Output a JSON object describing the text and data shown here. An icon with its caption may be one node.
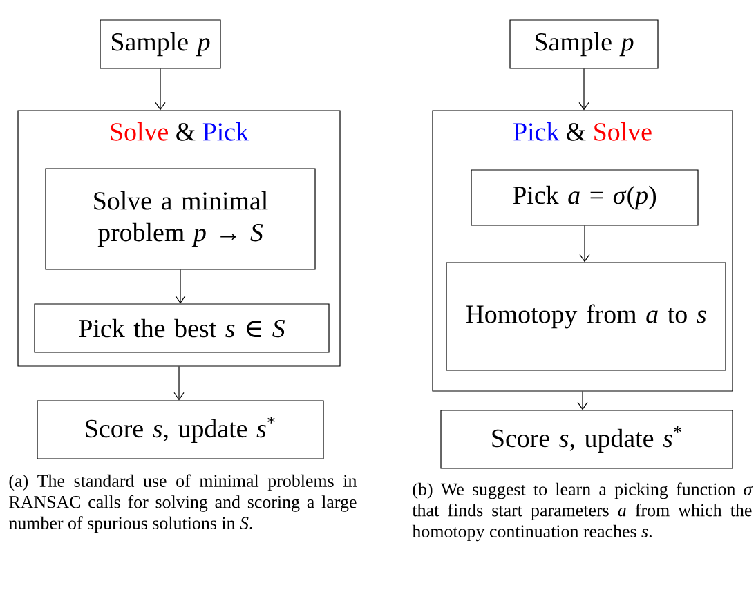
{
  "diagram": {
    "nodes": [
      {
        "text": [
          "Sample *p*"
        ]
      },
      {
        "text": [
          "Solve",
          "&",
          "Pick"
        ]
      },
      {
        "text": [
          "Solve a minimal problem *p* → *S*"
        ],
        "in": 1
      },
      {
        "text": [
          "Pick the best *s* ∈ *S*"
        ],
        "in": 1
      },
      {
        "text": [
          "Score *s*, update *s*$^{*}$"
        ]
      },
      {
        "text": [
          "Sample *p*"
        ]
      },
      {
        "text": [
          "Pick",
          "&",
          "Solve"
        ]
      },
      {
        "text": [
          "Pick *a* = *σ*(*p*)"
        ],
        "in": 6
      },
      {
        "text": [
          "Homotopy from *a* to *s*"
        ],
        "in": 6
      },
      {
        "text": [
          "Score *s*, update *s*$^{*}$"
        ]
      }
    ],
    "edges": [
      {
        "from": 0,
        "to": 1,
        "arrow": "to"
      },
      {
        "from": 2,
        "to": 3,
        "arrow": "to"
      },
      {
        "from": 1,
        "to": 4,
        "arrow": "to"
      },
      {
        "from": 5,
        "to": 6,
        "arrow": "to"
      },
      {
        "from": 7,
        "to": 8,
        "arrow": "to"
      },
      {
        "from": 6,
        "to": 9,
        "arrow": "to"
      }
    ],
    "labels": [
      "(a) The standard use of minimal problems in RANSAC calls for solving and scoring a large number of spurious solutions in *S*.",
      "(b) We suggest to learn a picking function *σ* that finds start parameters *a* from which the homotopy continuation reaches *s*."
    ]
  }
}
